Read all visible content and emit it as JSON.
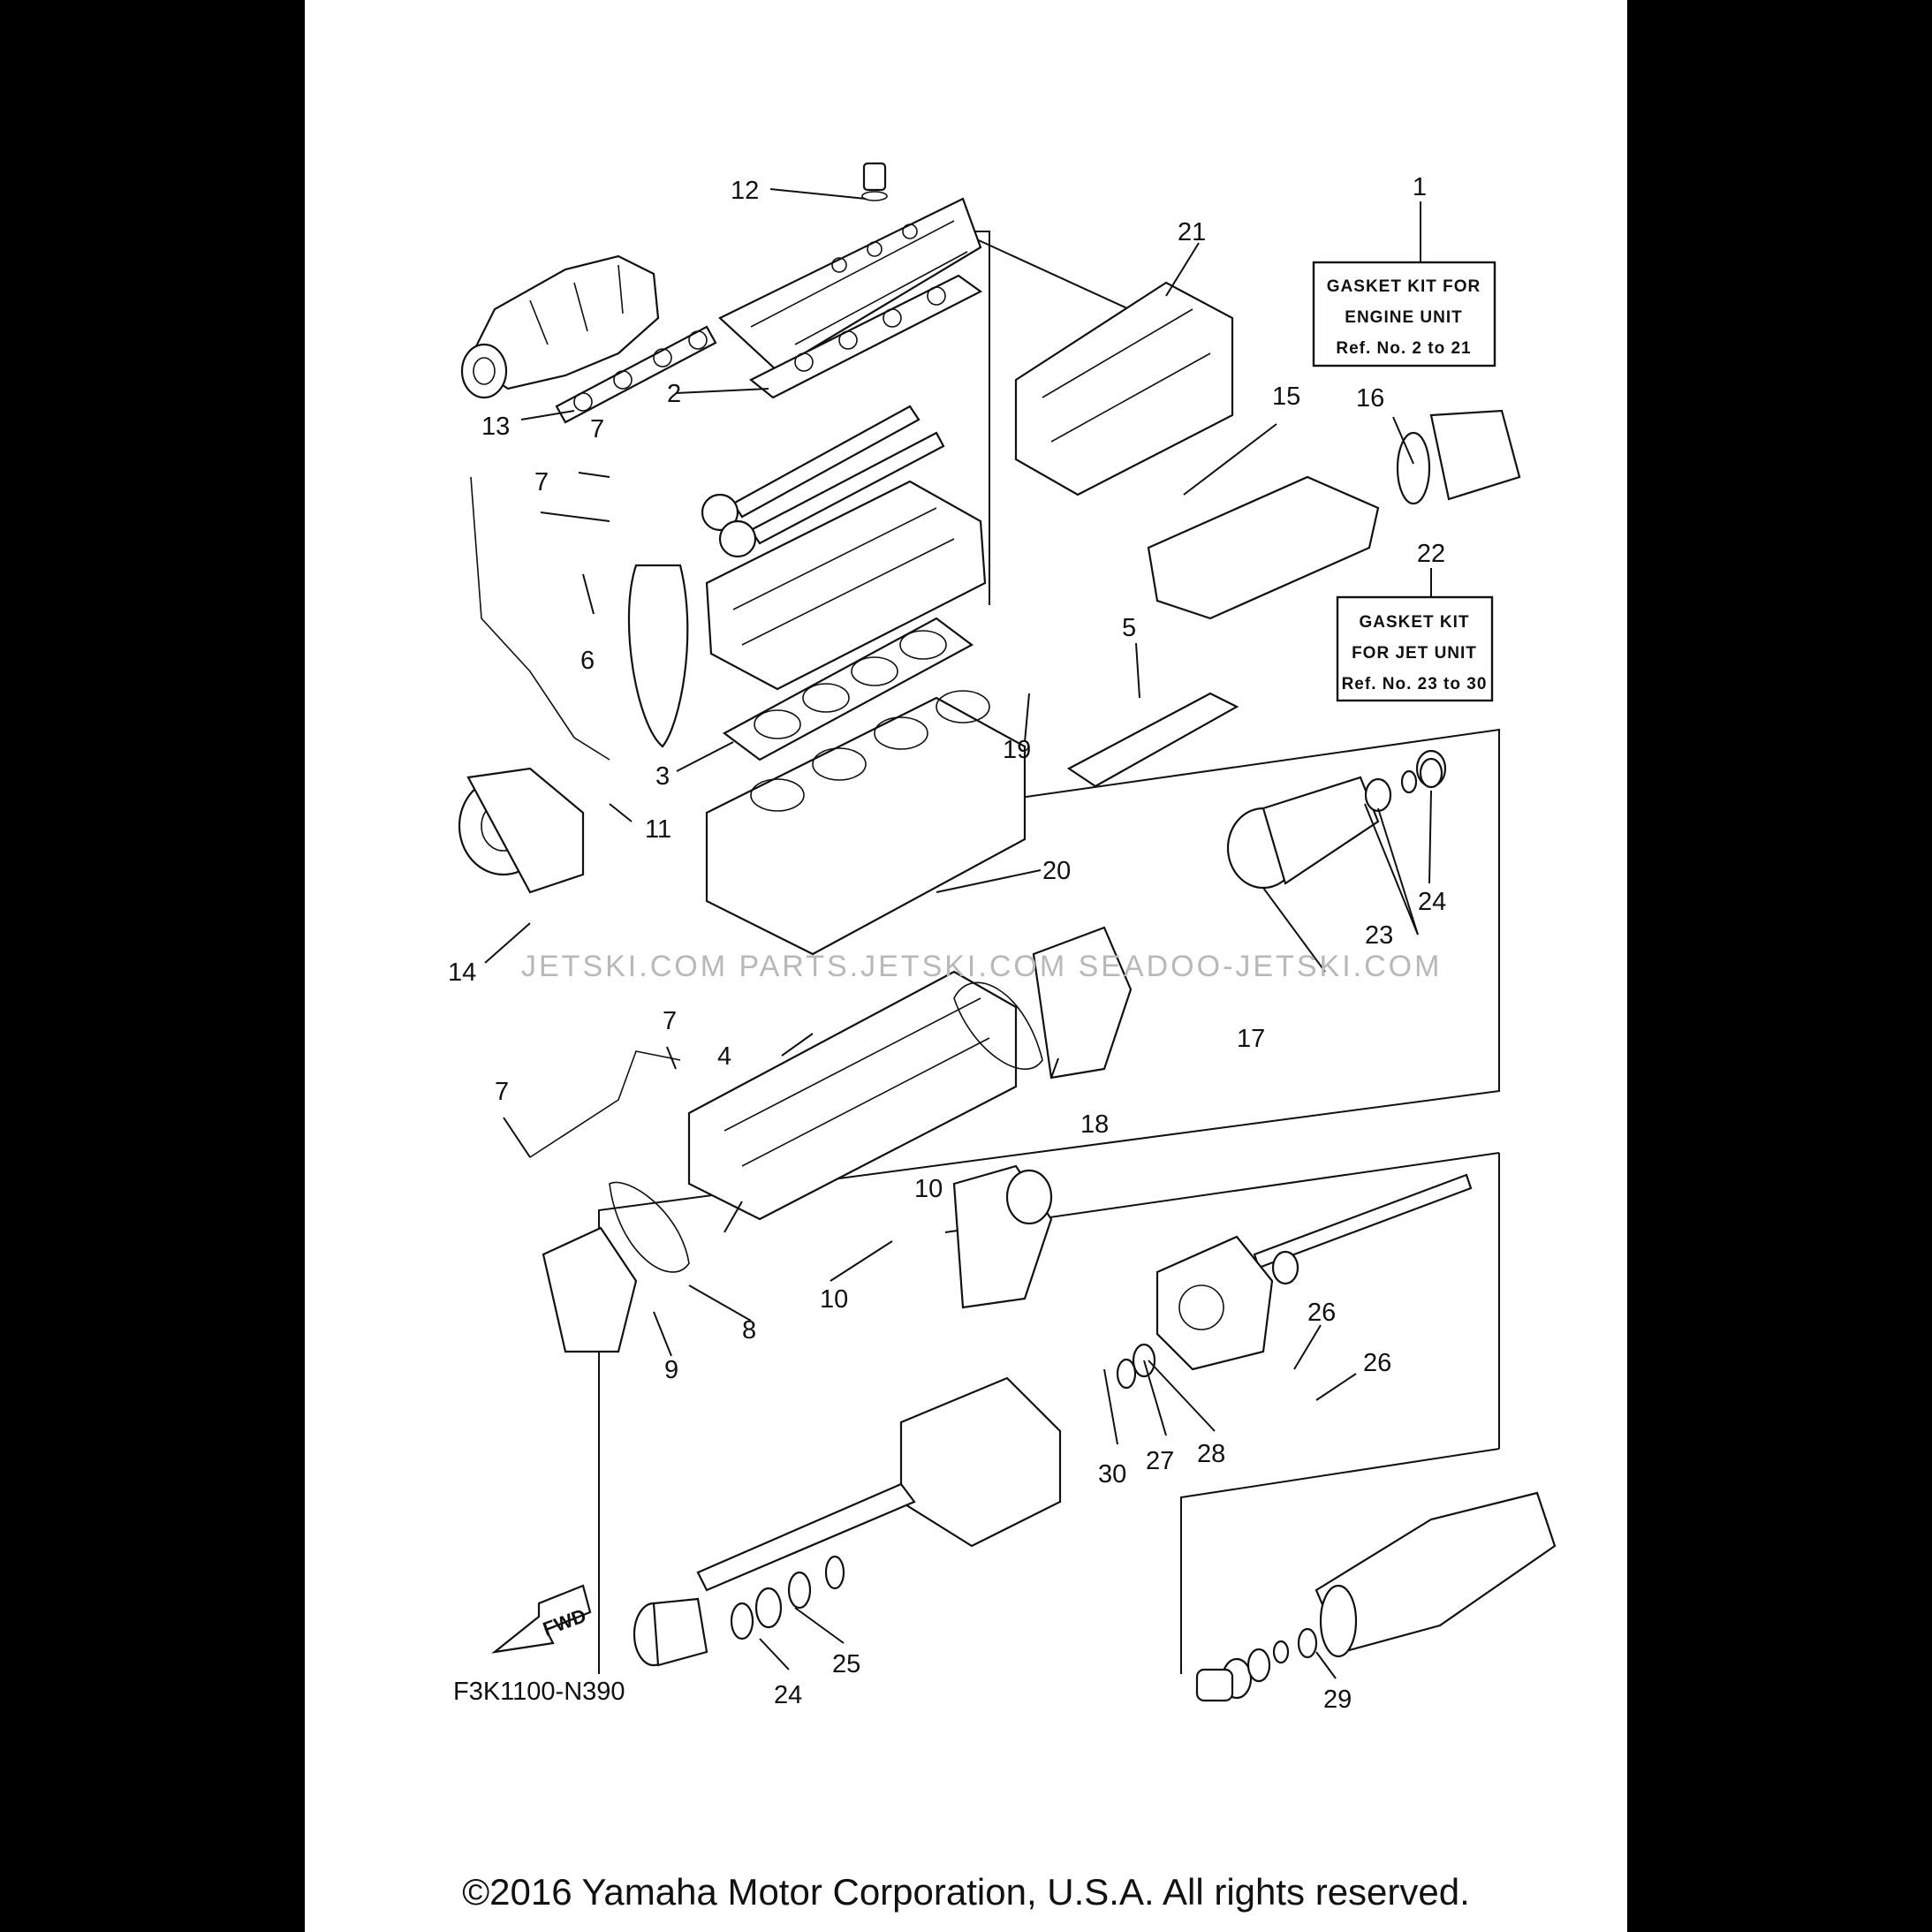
{
  "kits": [
    {
      "ref": "1",
      "line1": "GASKET KIT FOR",
      "line2": "ENGINE UNIT",
      "line3": "Ref. No. 2 to 21"
    },
    {
      "ref": "22",
      "line1": "GASKET KIT",
      "line2": "FOR JET UNIT",
      "line3": "Ref. No. 23 to 30"
    }
  ],
  "callouts": [
    "2",
    "3",
    "4",
    "5",
    "6",
    "7",
    "7",
    "7",
    "7",
    "8",
    "9",
    "10",
    "10",
    "11",
    "12",
    "13",
    "14",
    "15",
    "16",
    "17",
    "18",
    "19",
    "20",
    "21",
    "23",
    "24",
    "24",
    "25",
    "26",
    "26",
    "27",
    "28",
    "29",
    "30"
  ],
  "fwd_label": "FWD",
  "diagram_code": "F3K1100-N390",
  "watermark": "JETSKI.COM   PARTS.JETSKI.COM   SEADOO-JETSKI.COM",
  "copyright": "©2016 Yamaha Motor Corporation, U.S.A. All rights reserved."
}
